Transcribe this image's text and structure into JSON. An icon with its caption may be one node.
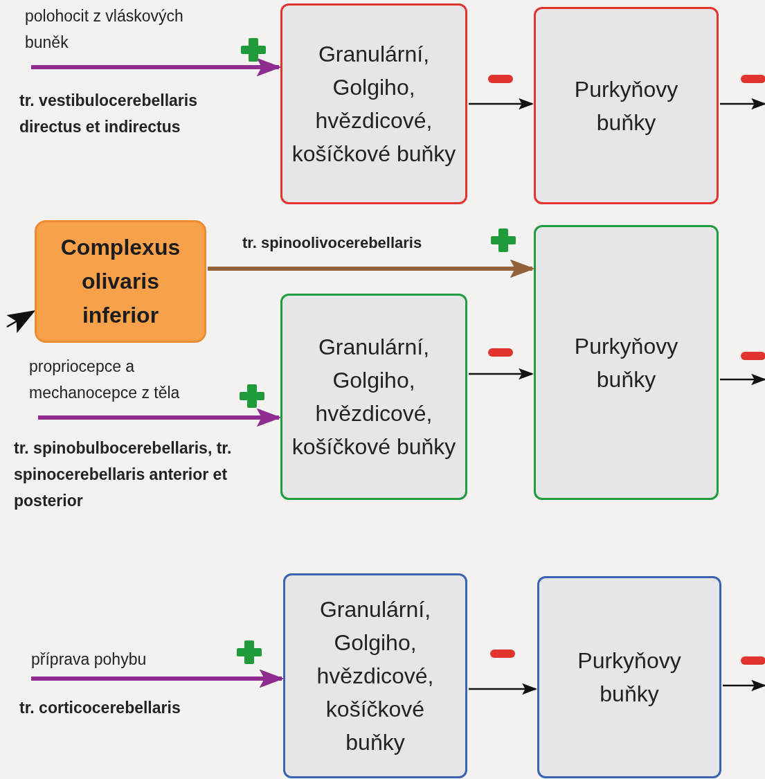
{
  "diagram": {
    "nodes": [
      {
        "text": [
          "Complexus olivaris inferior"
        ]
      },
      {
        "text": [
          "Granulární, Golgiho, hvězdicové, košíčkové buňky"
        ]
      },
      {
        "text": [
          "Purkyňovy buňky"
        ]
      },
      {
        "text": [
          "Granulární, Golgiho, hvězdicové, košíčkové buňky"
        ]
      },
      {
        "text": [
          "Purkyňovy buňky"
        ]
      },
      {
        "text": [
          "Granulární, Golgiho, hvězdicové, košíčkové buňky"
        ]
      },
      {
        "text": [
          "Purkyňovy buňky"
        ]
      }
    ],
    "edges": [
      {
        "from": null,
        "to": 1,
        "arrow": "to",
        "style": "thick",
        "color": "#8e2d8f"
      },
      {
        "from": 1,
        "to": 2,
        "arrow": "to"
      },
      {
        "from": 2,
        "to": null,
        "arrow": "to"
      },
      {
        "from": null,
        "to": 0,
        "arrow": "to"
      },
      {
        "from": 0,
        "to": 4,
        "arrow": "to",
        "label": "tr. spinoolivocerebellaris",
        "style": "thick",
        "color": "#93623a"
      },
      {
        "from": null,
        "to": 3,
        "arrow": "to",
        "style": "thick",
        "color": "#8e2d8f"
      },
      {
        "from": 3,
        "to": 4,
        "arrow": "to"
      },
      {
        "from": 4,
        "to": null,
        "arrow": "to"
      },
      {
        "from": null,
        "to": 5,
        "arrow": "to",
        "style": "thick",
        "color": "#8e2d8f"
      },
      {
        "from": 5,
        "to": 6,
        "arrow": "to"
      },
      {
        "from": 6,
        "to": null,
        "arrow": "to"
      }
    ],
    "labels": [
      "polohocit z vláskových buněk",
      "tr. vestibulocerebellaris directus et indirectus",
      "propriocepce a mechanocepce z těla",
      "tr. spinobulbocerebellaris, tr. spinocerebellaris anterior et posterior",
      "příprava pohybu",
      "tr. corticocerebellaris"
    ]
  }
}
